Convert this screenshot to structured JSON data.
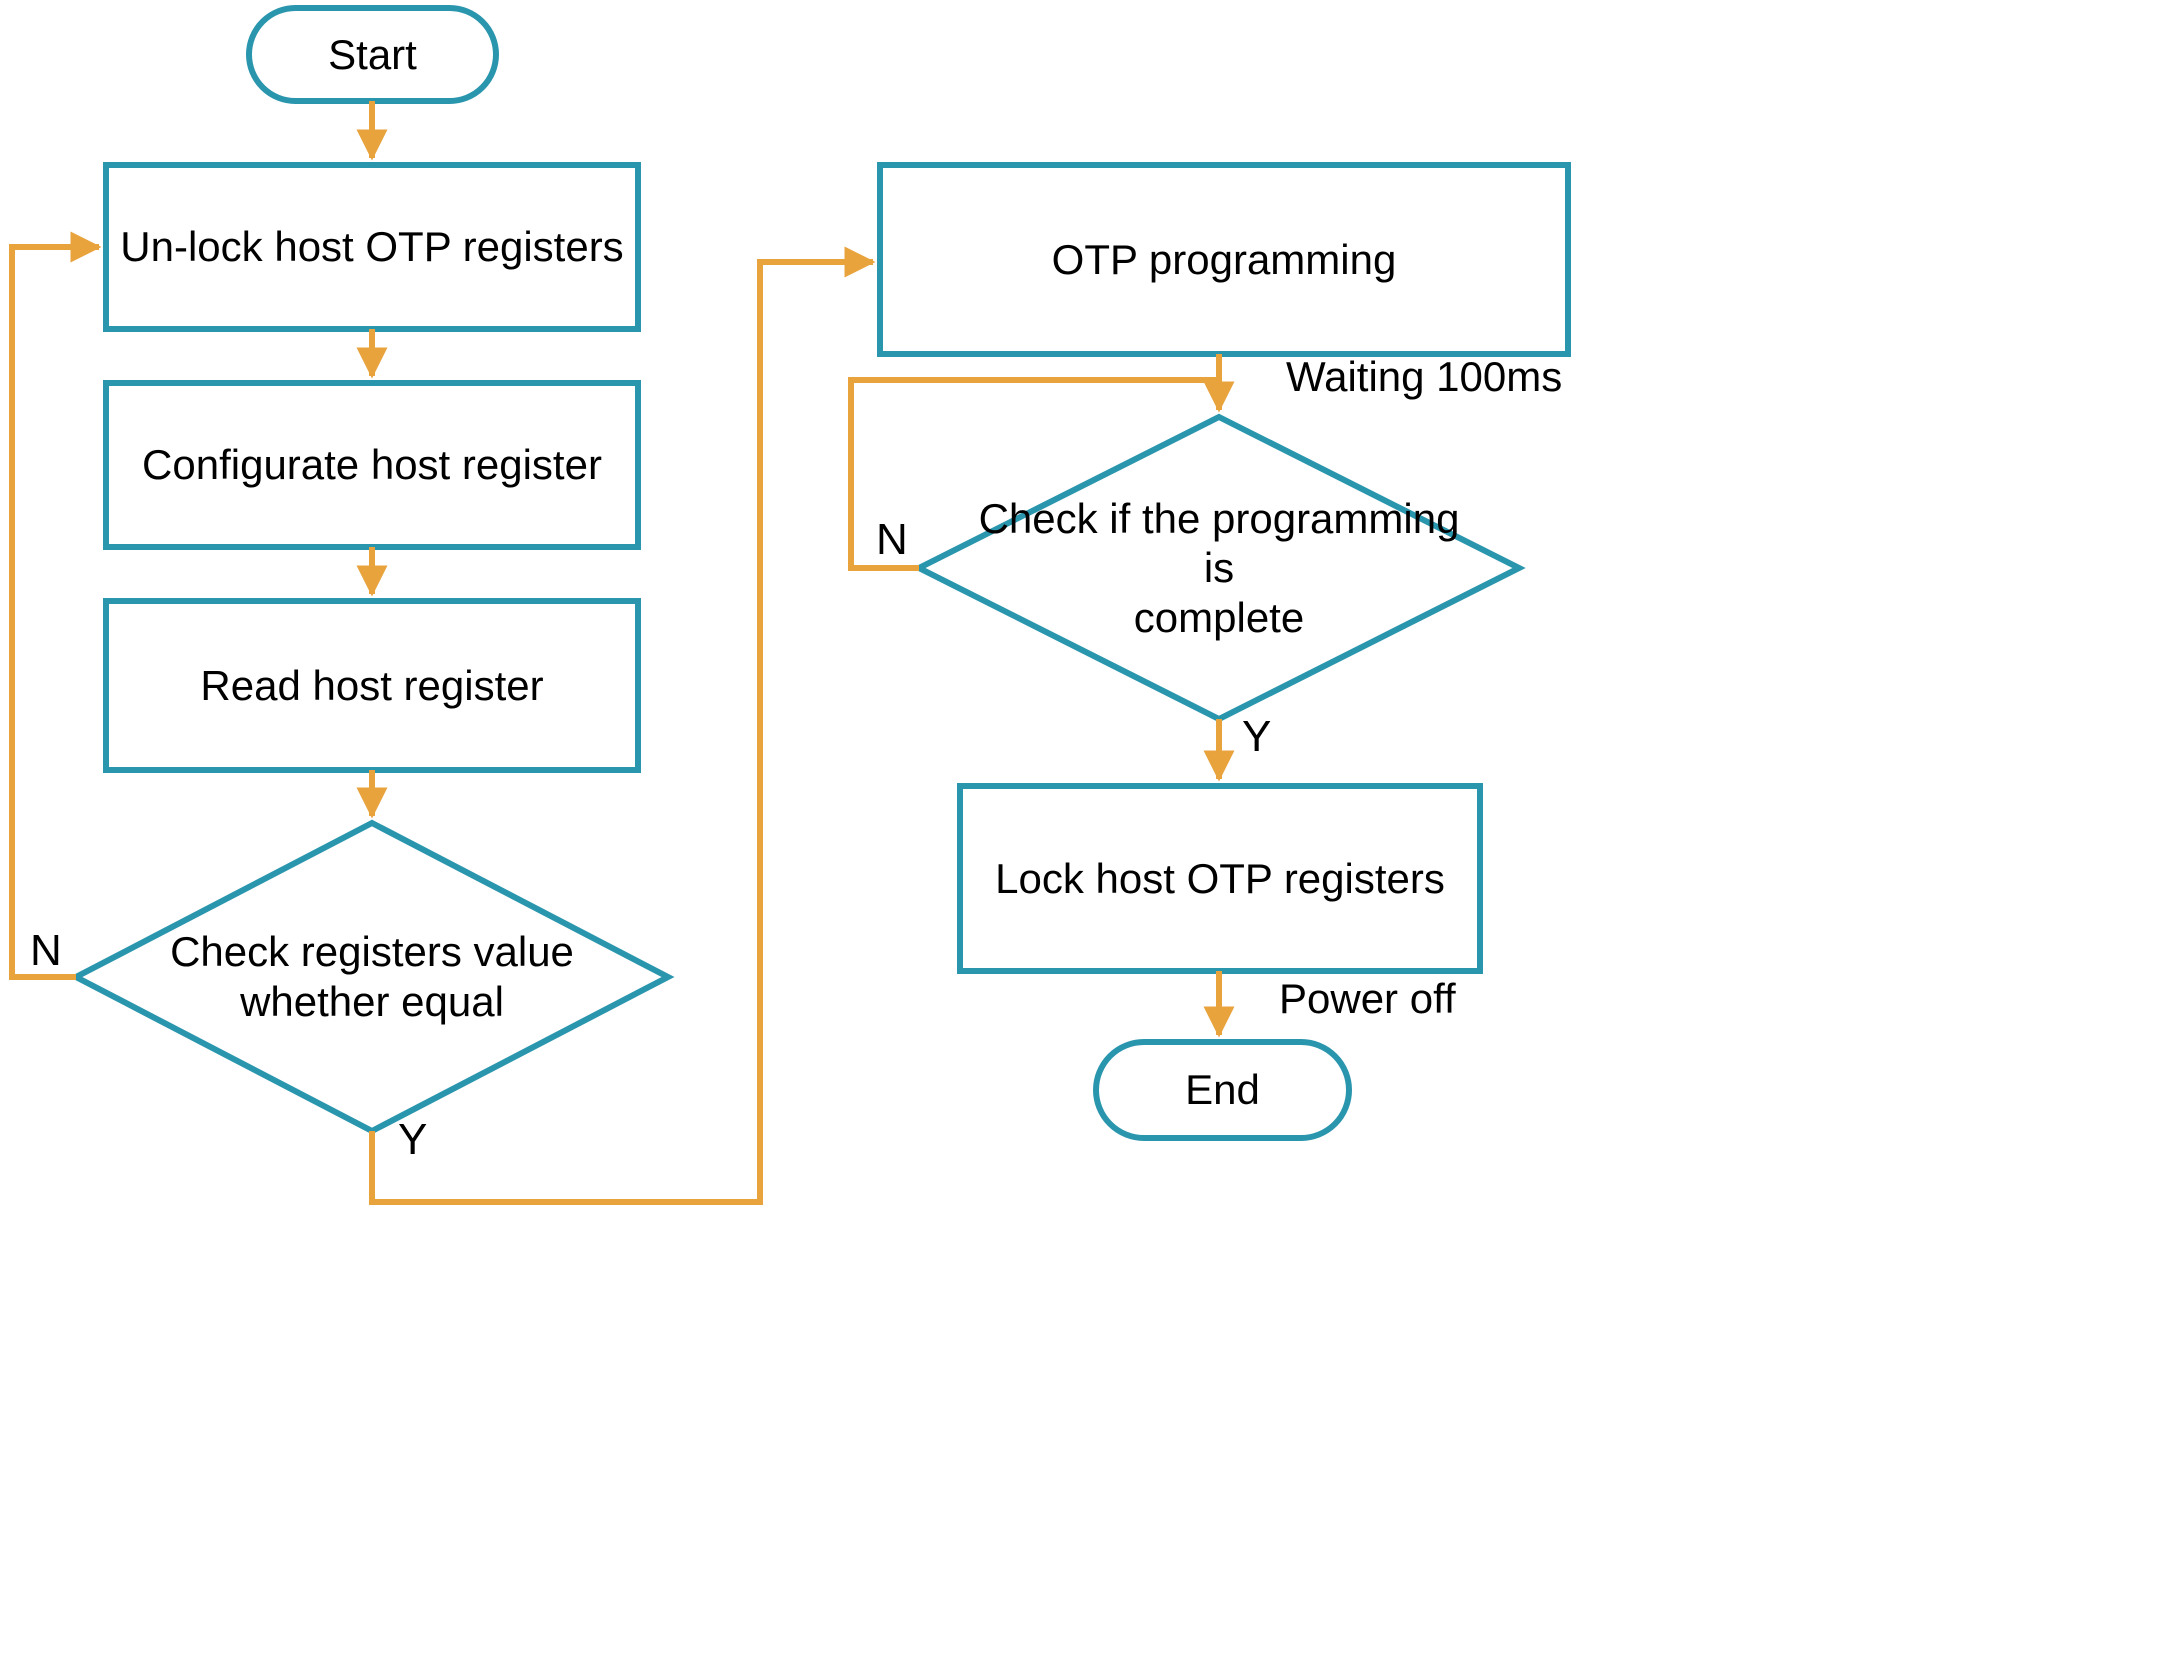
{
  "diagram": {
    "title": "OTP programming flowchart",
    "colors": {
      "shape_stroke": "#2a96ad",
      "edge_stroke": "#e8a33d",
      "text": "#000000",
      "background": "#ffffff"
    },
    "nodes": {
      "start": {
        "label": "Start",
        "shape": "terminator"
      },
      "unlock": {
        "label": "Un-lock host OTP registers",
        "shape": "process"
      },
      "configurate": {
        "label": "Configurate host register",
        "shape": "process"
      },
      "read": {
        "label": "Read host register",
        "shape": "process"
      },
      "check_equal": {
        "label": "Check registers value\nwhether equal",
        "shape": "decision"
      },
      "otp_programming": {
        "label": "OTP programming",
        "shape": "process"
      },
      "check_complete": {
        "label": "Check if the programming is\ncomplete",
        "shape": "decision"
      },
      "lock": {
        "label": "Lock host OTP registers",
        "shape": "process"
      },
      "end": {
        "label": "End",
        "shape": "terminator"
      }
    },
    "edge_labels": {
      "waiting": "Waiting 100ms",
      "power_off": "Power off"
    },
    "branch_labels": {
      "check_equal_no": "N",
      "check_equal_yes": "Y",
      "check_complete_no": "N",
      "check_complete_yes": "Y"
    }
  }
}
